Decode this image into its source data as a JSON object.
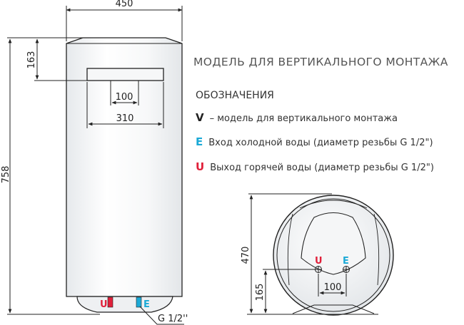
{
  "title": "МОДЕЛЬ ДЛЯ ВЕРТИКАЛЬНОГО МОНТАЖА",
  "legend": {
    "heading": "ОБОЗНАЧЕНИЯ",
    "items": [
      {
        "symbol": "V",
        "text": "– модель для вертикального монтажа",
        "color": "#222222"
      },
      {
        "symbol": "E",
        "text": "Вход  холодной воды (диаметр резьбы G 1/2\")",
        "color": "#1ba9d6"
      },
      {
        "symbol": "U",
        "text": "Выход горячей воды (диаметр резьбы G 1/2\")",
        "color": "#e0203a"
      }
    ]
  },
  "front_view": {
    "width_label": "450",
    "height_label": "758",
    "top_offset_label": "163",
    "bracket_inner_label": "100",
    "bracket_outer_label": "310",
    "outlet_label": "U",
    "inlet_label": "E",
    "thread_label": "G  1/2''"
  },
  "side_view": {
    "height_label": "470",
    "pipe_height_label": "165",
    "pipe_spacing_label": "100",
    "outlet_label": "U",
    "inlet_label": "E"
  },
  "colors": {
    "hot": "#e0203a",
    "cold": "#1ba9d6",
    "line": "#222222",
    "body_fill": "#f2f4f6"
  }
}
